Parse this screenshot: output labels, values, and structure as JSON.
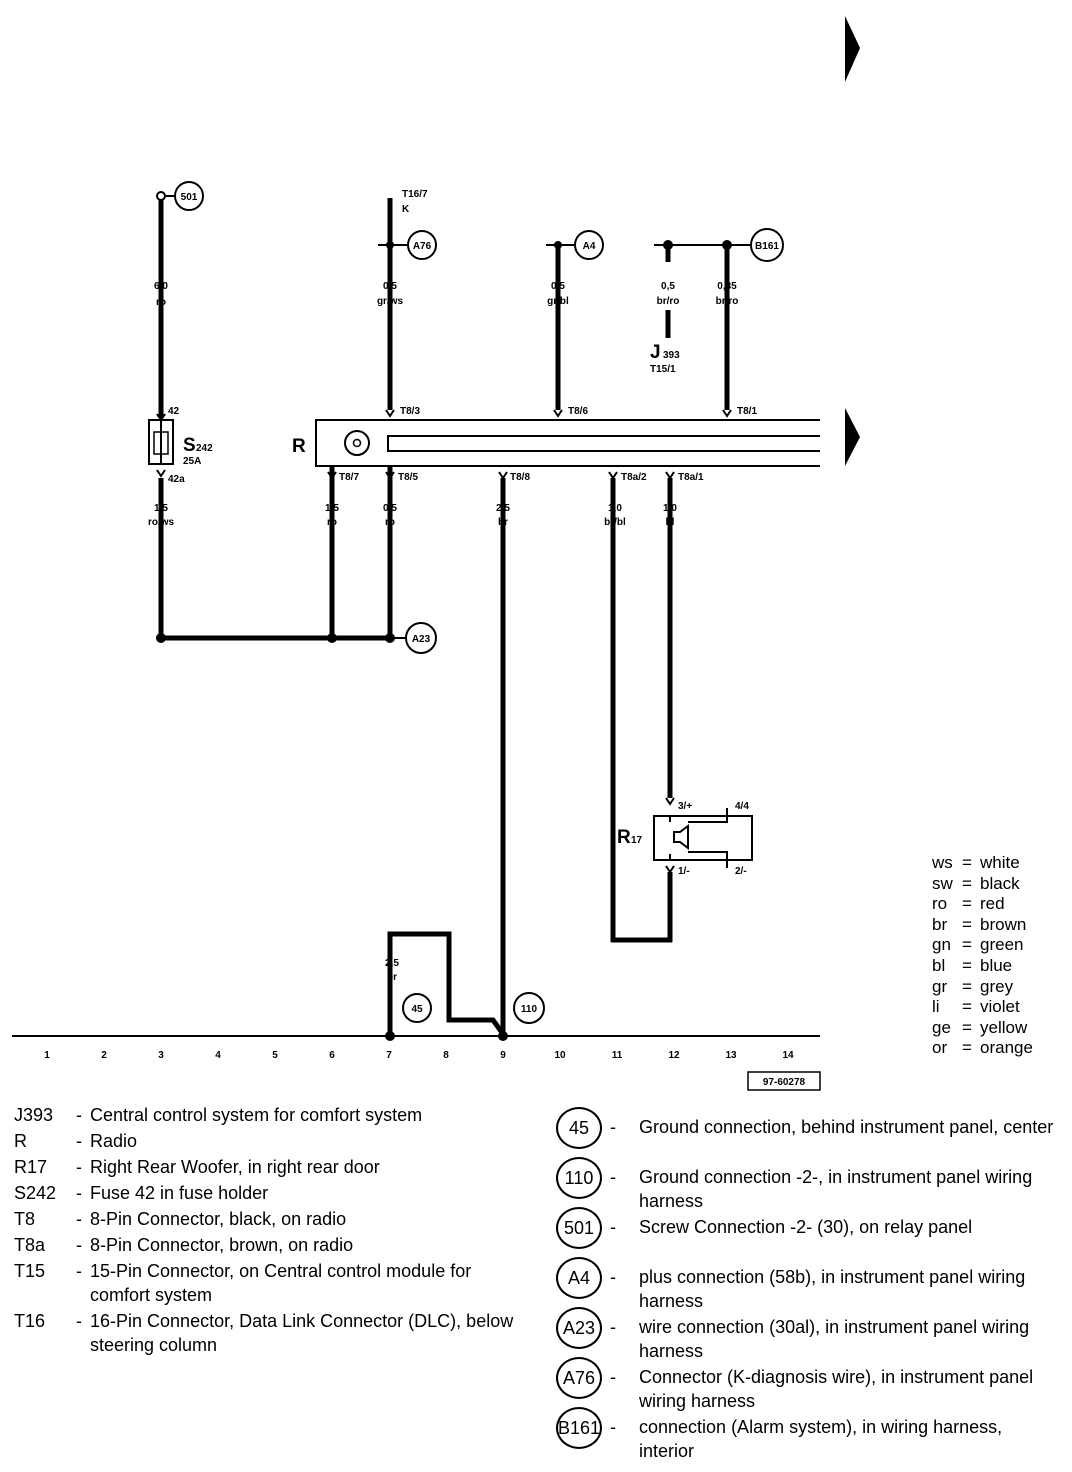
{
  "diagram": {
    "ref_code": "97-60278",
    "component_labels": {
      "radio": "R",
      "woofer_main": "R",
      "woofer_sub": "17",
      "fuse_main": "S",
      "fuse_sub": "242",
      "fuse_rating": "25A",
      "j393_main": "J",
      "j393_sub": "393",
      "j393_pin": "T15/1"
    },
    "pins": {
      "fuse_top": "42",
      "fuse_bottom": "42a",
      "t16_7": "T16/7",
      "t16_7_sub": "K",
      "t8_3": "T8/3",
      "t8_6": "T8/6",
      "t8_1": "T8/1",
      "t8_7": "T8/7",
      "t8_5": "T8/5",
      "t8_8": "T8/8",
      "t8a_2": "T8a/2",
      "t8a_1": "T8a/1",
      "spk_3": "3/+",
      "spk_4": "4/4",
      "spk_1": "1/-",
      "spk_2": "2/-"
    },
    "connectors": {
      "c501": "501",
      "a76": "A76",
      "a4": "A4",
      "b161": "B161",
      "a23": "A23",
      "c45": "45",
      "c110": "110"
    },
    "wires": {
      "w1_size": "6,0",
      "w1_color": "ro",
      "w2_size": "0,5",
      "w2_color": "gr/ws",
      "w3_size": "0,5",
      "w3_color": "gr/bl",
      "w4_size": "0,5",
      "w4_color": "br/ro",
      "w5_size": "0,35",
      "w5_color": "br/ro",
      "w6_size": "1,5",
      "w6_color": "ro/ws",
      "w7_size": "1,5",
      "w7_color": "ro",
      "w8_size": "0,5",
      "w8_color": "ro",
      "w9_size": "2,5",
      "w9_color": "br",
      "w10_size": "1,0",
      "w10_color": "br/bl",
      "w11_size": "1,0",
      "w11_color": "bl",
      "w12_size": "2,5",
      "w12_color": "br"
    },
    "tracks": [
      "1",
      "2",
      "3",
      "4",
      "5",
      "6",
      "7",
      "8",
      "9",
      "10",
      "11",
      "12",
      "13",
      "14"
    ]
  },
  "color_key": [
    {
      "code": "ws",
      "name": "white"
    },
    {
      "code": "sw",
      "name": "black"
    },
    {
      "code": "ro",
      "name": "red"
    },
    {
      "code": "br",
      "name": "brown"
    },
    {
      "code": "gn",
      "name": "green"
    },
    {
      "code": "bl",
      "name": "blue"
    },
    {
      "code": "gr",
      "name": "grey"
    },
    {
      "code": "li",
      "name": "violet"
    },
    {
      "code": "ge",
      "name": "yellow"
    },
    {
      "code": "or",
      "name": "orange"
    }
  ],
  "components": [
    {
      "code": "J393",
      "desc": "Central control system for comfort system"
    },
    {
      "code": "R",
      "desc": "Radio"
    },
    {
      "code": "R17",
      "desc": "Right Rear Woofer, in right rear door"
    },
    {
      "code": "S242",
      "desc": "Fuse 42 in fuse holder"
    },
    {
      "code": "T8",
      "desc": "8-Pin Connector, black, on radio"
    },
    {
      "code": "T8a",
      "desc": "8-Pin Connector, brown, on radio"
    },
    {
      "code": "T15",
      "desc": "15-Pin Connector, on Central control module for comfort system"
    },
    {
      "code": "T16",
      "desc": "16-Pin Connector, Data Link Connector (DLC), below steering column"
    }
  ],
  "connections": [
    {
      "code": "45",
      "desc": "Ground connection, behind instrument panel, center"
    },
    {
      "code": "110",
      "desc": "Ground connection -2-, in instrument panel wiring harness"
    },
    {
      "code": "501",
      "desc": "Screw Connection -2- (30), on relay panel"
    },
    {
      "code": "A4",
      "desc": "plus connection (58b), in instrument panel wiring harness"
    },
    {
      "code": "A23",
      "desc": "wire connection (30al), in instrument panel wiring harness"
    },
    {
      "code": "A76",
      "desc": "Connector (K-diagnosis wire), in instrument panel wiring harness"
    },
    {
      "code": "B161",
      "desc": "connection (Alarm system), in wiring harness, interior"
    }
  ]
}
